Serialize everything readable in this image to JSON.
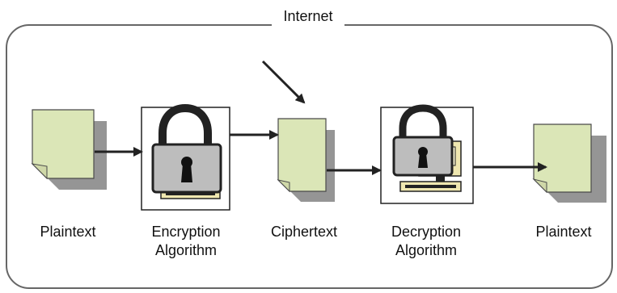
{
  "diagram": {
    "region_label": "Internet",
    "nodes": [
      {
        "id": "plaintext_1",
        "label": "Plaintext",
        "icon": "document-icon"
      },
      {
        "id": "encryption_algorithm",
        "label_lines": [
          "Encryption",
          "Algorithm"
        ],
        "icon": "padlock-computer-icon"
      },
      {
        "id": "ciphertext",
        "label": "Ciphertext",
        "icon": "document-icon"
      },
      {
        "id": "decryption_algorithm",
        "label_lines": [
          "Decryption",
          "Algorithm"
        ],
        "icon": "padlock-computer-icon"
      },
      {
        "id": "plaintext_2",
        "label": "Plaintext",
        "icon": "document-icon"
      }
    ],
    "edges": [
      {
        "from": "plaintext_1",
        "to": "encryption_algorithm"
      },
      {
        "from": "encryption_algorithm",
        "to": "ciphertext"
      },
      {
        "from": "ciphertext",
        "to": "decryption_algorithm"
      },
      {
        "from": "decryption_algorithm",
        "to": "plaintext_2"
      }
    ],
    "colors": {
      "document_fill": "#dbe6b7",
      "document_shadow": "#8f8f8f",
      "outline": "#222222",
      "lock_fill": "#bdbdbd",
      "computer_fill": "#efe7b0"
    }
  }
}
